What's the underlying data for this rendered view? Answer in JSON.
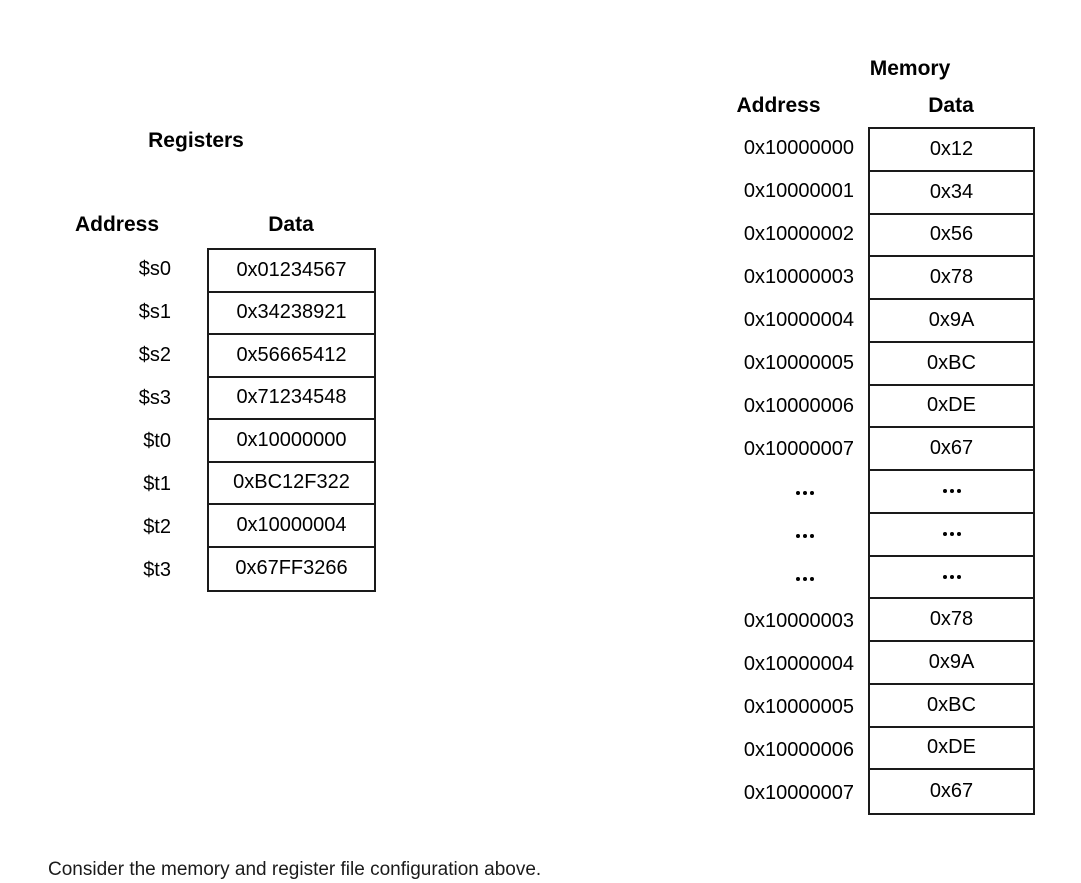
{
  "registers": {
    "title": "Registers",
    "headers": {
      "address": "Address",
      "data": "Data"
    },
    "rows": [
      {
        "address": "$s0",
        "data": "0x01234567"
      },
      {
        "address": "$s1",
        "data": "0x34238921"
      },
      {
        "address": "$s2",
        "data": "0x56665412"
      },
      {
        "address": "$s3",
        "data": "0x71234548"
      },
      {
        "address": "$t0",
        "data": "0x10000000"
      },
      {
        "address": "$t1",
        "data": "0xBC12F322"
      },
      {
        "address": "$t2",
        "data": "0x10000004"
      },
      {
        "address": "$t3",
        "data": "0x67FF3266"
      }
    ]
  },
  "memory": {
    "title": "Memory",
    "headers": {
      "address": "Address",
      "data": "Data"
    },
    "rows": [
      {
        "address": "0x10000000",
        "data": "0x12",
        "ellipsis": false
      },
      {
        "address": "0x10000001",
        "data": "0x34",
        "ellipsis": false
      },
      {
        "address": "0x10000002",
        "data": "0x56",
        "ellipsis": false
      },
      {
        "address": "0x10000003",
        "data": "0x78",
        "ellipsis": false
      },
      {
        "address": "0x10000004",
        "data": "0x9A",
        "ellipsis": false
      },
      {
        "address": "0x10000005",
        "data": "0xBC",
        "ellipsis": false
      },
      {
        "address": "0x10000006",
        "data": "0xDE",
        "ellipsis": false
      },
      {
        "address": "0x10000007",
        "data": "0x67",
        "ellipsis": false
      },
      {
        "address": "...",
        "data": "...",
        "ellipsis": true
      },
      {
        "address": "...",
        "data": "...",
        "ellipsis": true
      },
      {
        "address": "...",
        "data": "...",
        "ellipsis": true
      },
      {
        "address": "0x10000003",
        "data": "0x78",
        "ellipsis": false
      },
      {
        "address": "0x10000004",
        "data": "0x9A",
        "ellipsis": false
      },
      {
        "address": "0x10000005",
        "data": "0xBC",
        "ellipsis": false
      },
      {
        "address": "0x10000006",
        "data": "0xDE",
        "ellipsis": false
      },
      {
        "address": "0x10000007",
        "data": "0x67",
        "ellipsis": false
      }
    ]
  },
  "caption": {
    "text": "Consider the memory and register file configuration above."
  },
  "colors": {
    "background": "#ffffff",
    "text": "#000000",
    "border": "#1a1a1a",
    "caption_text": "#1b1b1b"
  }
}
